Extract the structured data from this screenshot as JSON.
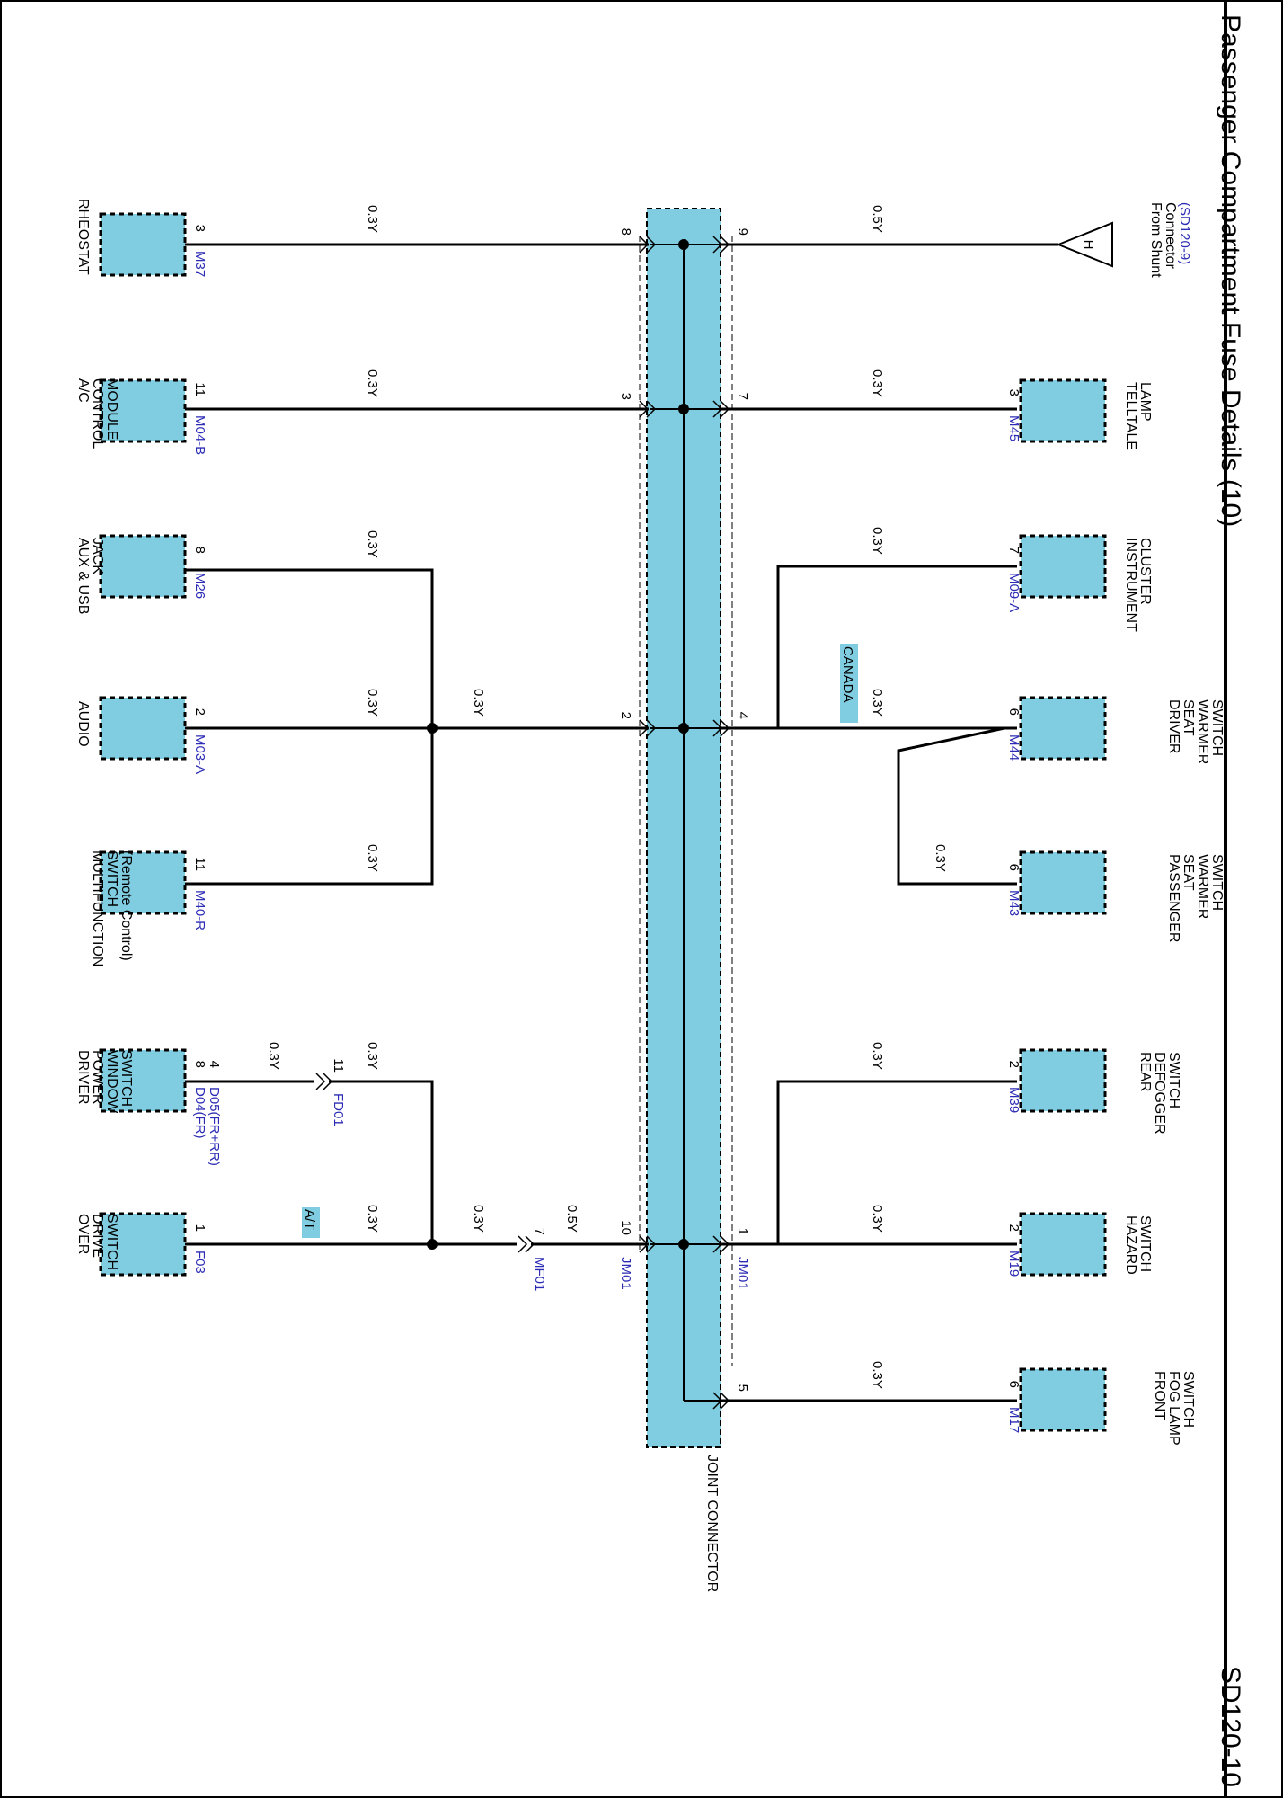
{
  "title": "Passenger Compartment Fuse Details (10)",
  "page_code": "SD120-10",
  "joint_connector": {
    "name": "JOINT CONNECTOR",
    "connector_id": "JM01",
    "connector_id_bottom": "JM01"
  },
  "shunt": {
    "symbol": "H",
    "label_lines": [
      "From Shunt",
      "Connector"
    ],
    "link": "(SD120-9)"
  },
  "wires": {
    "w_shunt": "0.5Y",
    "w_telltale": "0.3Y",
    "w_cluster": "0.3Y",
    "w_driver_seat": "0.3Y",
    "w_passenger_seat": "0.3Y",
    "w_rear_defogger": "0.3Y",
    "w_hazard": "0.3Y",
    "w_front_fog": "0.3Y",
    "w_rheostat": "0.3Y",
    "w_ac": "0.3Y",
    "w_aux": "0.3Y",
    "w_audio": "0.3Y",
    "w_audio_joint": "0.3Y",
    "w_multifunction": "0.3Y",
    "w_fd01_top": "0.3Y",
    "w_fd01_bottom": "0.3Y",
    "w_overdrive": "0.3Y",
    "w_mf01_left": "0.3Y",
    "w_mf01_right": "0.5Y"
  },
  "options": {
    "canada": "CANADA",
    "at": "A/T"
  },
  "inline_connectors": {
    "fd01": {
      "id": "FD01",
      "pin": "11"
    },
    "mf01": {
      "id": "MF01",
      "pin": "7"
    }
  },
  "joint_pins": {
    "right": [
      "9",
      "7",
      "4",
      "1",
      "5"
    ],
    "left": [
      "8",
      "3",
      "2",
      "10"
    ]
  },
  "components": {
    "telltale": {
      "lines": [
        "TELLTALE",
        "LAMP"
      ],
      "pin": "3",
      "conn": "M45"
    },
    "cluster": {
      "lines": [
        "INSTRUMENT",
        "CLUSTER"
      ],
      "pin": "7",
      "conn": "M09-A"
    },
    "driver_seat": {
      "lines": [
        "DRIVER",
        "SEAT",
        "WARMER",
        "SWITCH"
      ],
      "pin": "6",
      "conn": "M44"
    },
    "passenger_seat": {
      "lines": [
        "PASSENGER",
        "SEAT",
        "WARMER",
        "SWITCH"
      ],
      "pin": "6",
      "conn": "M43"
    },
    "rear_defogger": {
      "lines": [
        "REAR",
        "DEFOGGER",
        "SWITCH"
      ],
      "pin": "2",
      "conn": "M39"
    },
    "hazard": {
      "lines": [
        "HAZARD",
        "SWITCH"
      ],
      "pin": "2",
      "conn": "M19"
    },
    "front_fog": {
      "lines": [
        "FRONT",
        "FOG LAMP",
        "SWITCH"
      ],
      "pin": "6",
      "conn": "M17"
    },
    "rheostat": {
      "lines": [
        "RHEOSTAT"
      ],
      "pin": "3",
      "conn": "M37"
    },
    "ac": {
      "lines": [
        "A/C",
        "CONTROL",
        "MODULE"
      ],
      "pin": "11",
      "conn": "M04-B"
    },
    "aux": {
      "lines": [
        "AUX & USB",
        "JACK"
      ],
      "pin": "8",
      "conn": "M26"
    },
    "audio": {
      "lines": [
        "AUDIO"
      ],
      "pin": "2",
      "conn": "M03-A"
    },
    "multifunction": {
      "lines": [
        "MULTIFUNCTION",
        "SWITCH",
        "(Remote Control)"
      ],
      "pin": "11",
      "conn": "M40-R"
    },
    "driver_window": {
      "lines": [
        "DRIVER",
        "POWER",
        "WINDOW",
        "SWITCH"
      ],
      "pin1": "8",
      "pin2": "4",
      "conn1": "D04(FR)",
      "conn2": "D05(FR+RR)"
    },
    "overdrive": {
      "lines": [
        "OVER",
        "DRIVE",
        "SWITCH"
      ],
      "pin": "1",
      "conn": "F03"
    }
  }
}
